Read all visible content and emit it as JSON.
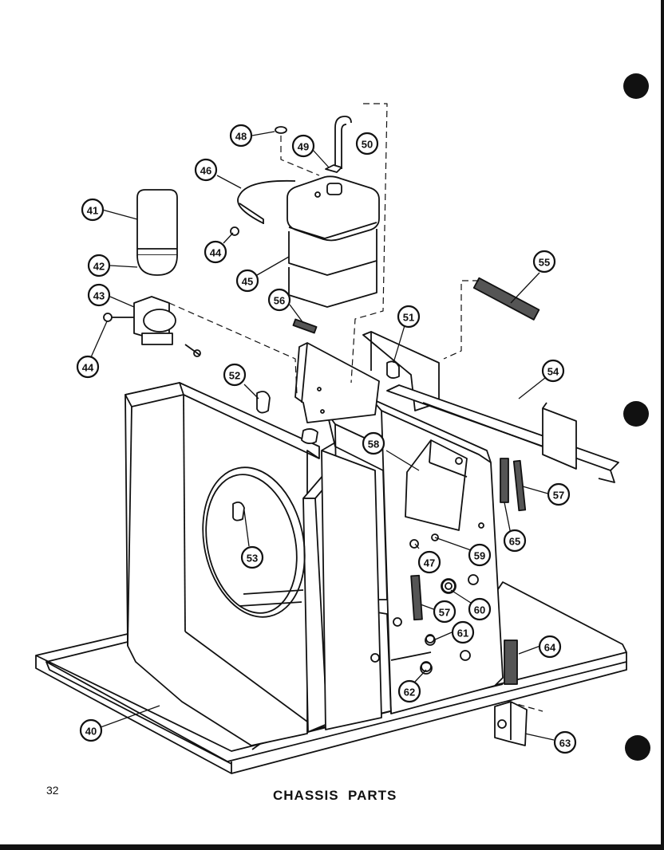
{
  "caption": "CHASSIS  PARTS",
  "page_number": "32",
  "callouts": [
    {
      "id": "40",
      "name": "callout-40"
    },
    {
      "id": "41",
      "name": "callout-41"
    },
    {
      "id": "42",
      "name": "callout-42"
    },
    {
      "id": "43",
      "name": "callout-43"
    },
    {
      "id": "44",
      "name": "callout-44-upper"
    },
    {
      "id": "44",
      "name": "callout-44-lower"
    },
    {
      "id": "45",
      "name": "callout-45"
    },
    {
      "id": "46",
      "name": "callout-46"
    },
    {
      "id": "47",
      "name": "callout-47"
    },
    {
      "id": "48",
      "name": "callout-48"
    },
    {
      "id": "49",
      "name": "callout-49"
    },
    {
      "id": "50",
      "name": "callout-50"
    },
    {
      "id": "51",
      "name": "callout-51"
    },
    {
      "id": "52",
      "name": "callout-52"
    },
    {
      "id": "53",
      "name": "callout-53"
    },
    {
      "id": "54",
      "name": "callout-54"
    },
    {
      "id": "55",
      "name": "callout-55"
    },
    {
      "id": "56",
      "name": "callout-56"
    },
    {
      "id": "57",
      "name": "callout-57-right"
    },
    {
      "id": "57",
      "name": "callout-57-center"
    },
    {
      "id": "58",
      "name": "callout-58"
    },
    {
      "id": "59",
      "name": "callout-59"
    },
    {
      "id": "60",
      "name": "callout-60"
    },
    {
      "id": "61",
      "name": "callout-61"
    },
    {
      "id": "62",
      "name": "callout-62"
    },
    {
      "id": "63",
      "name": "callout-63"
    },
    {
      "id": "64",
      "name": "callout-64"
    },
    {
      "id": "65",
      "name": "callout-65"
    }
  ]
}
